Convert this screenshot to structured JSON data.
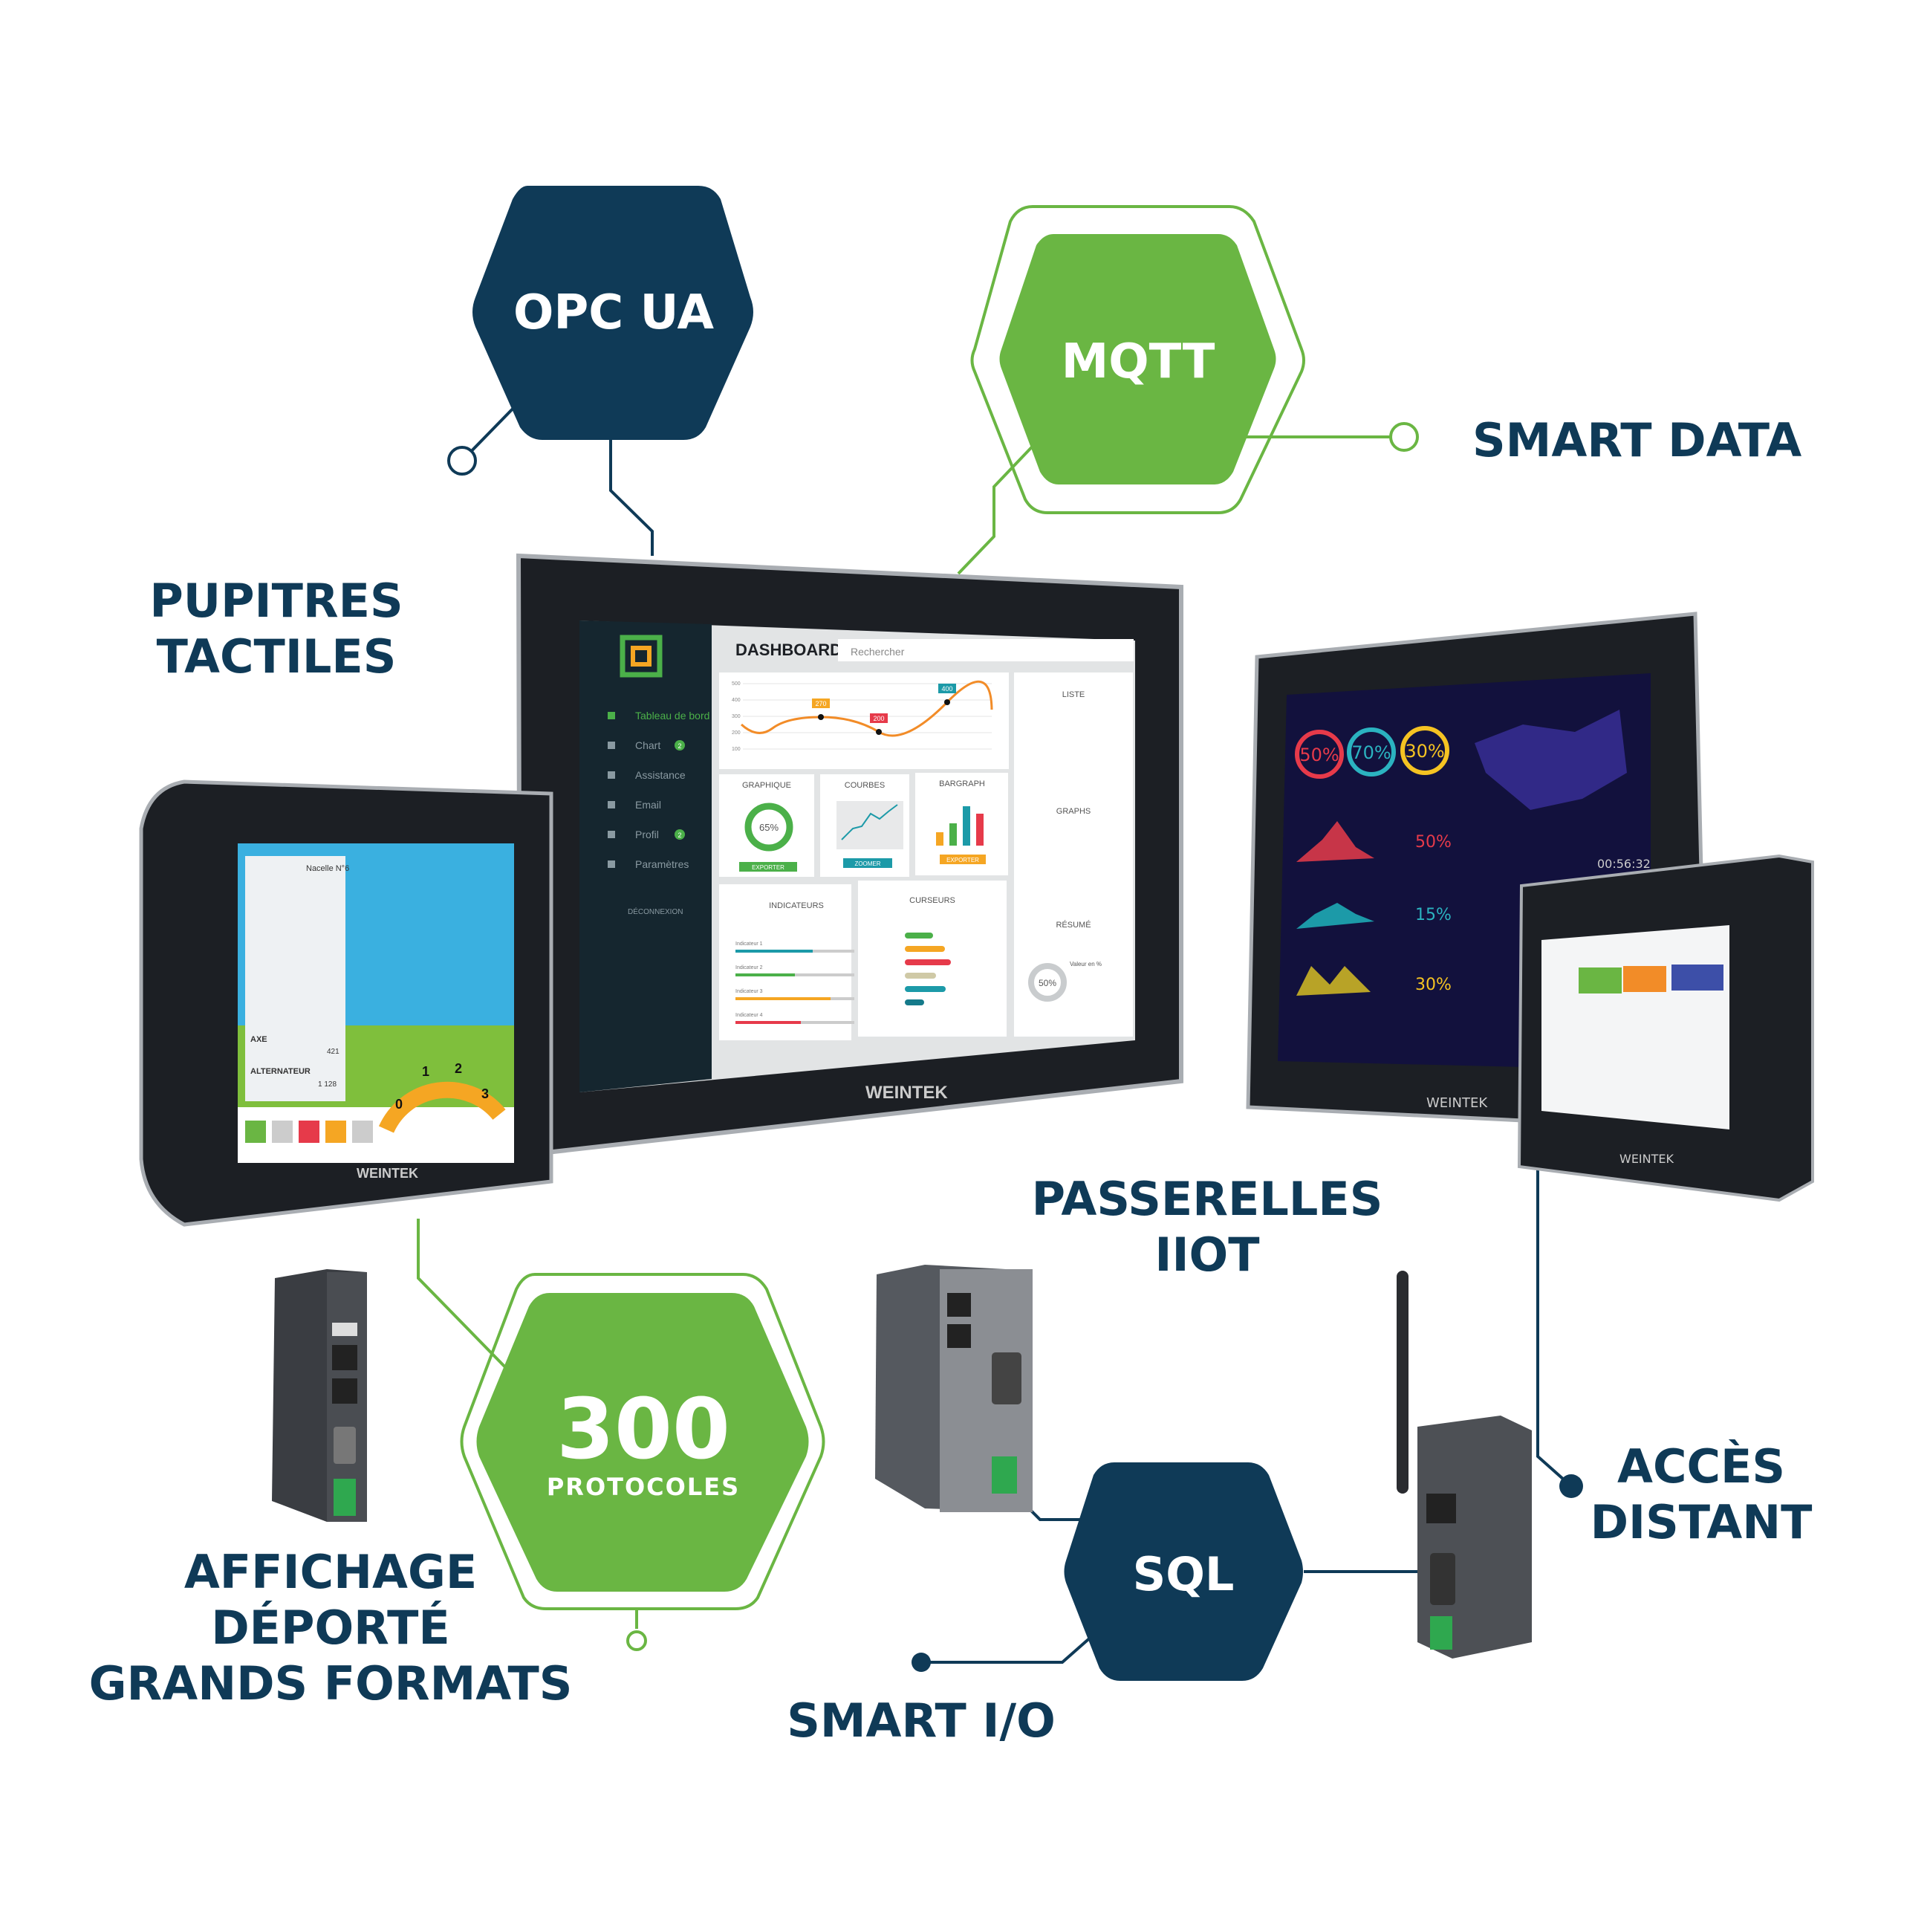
{
  "colors": {
    "navy": "#0f3a57",
    "green": "#6ab643",
    "white": "#ffffff",
    "device_dark": "#1c1f24"
  },
  "hexagons": {
    "opc_ua": "OPC UA",
    "mqtt": "MQTT",
    "protocols_number": "300",
    "protocols_label": "PROTOCOLES",
    "sql": "SQL"
  },
  "labels": {
    "smart_data": "SMART DATA",
    "pupitres": [
      "PUPITRES",
      "TACTILES"
    ],
    "passerelles": [
      "PASSERELLES",
      "IIOT"
    ],
    "acces": [
      "ACCÈS",
      "DISTANT"
    ],
    "affichage": [
      "AFFICHAGE",
      "DÉPORTÉ",
      "GRANDS FORMATS"
    ],
    "smart_io": "SMART I/O"
  },
  "brand": "WEINTEK",
  "dashboard": {
    "title": "DASHBOARD",
    "search_placeholder": "Rechercher",
    "nav": [
      {
        "label": "Tableau de bord",
        "icon": "home-icon"
      },
      {
        "label": "Chart",
        "icon": "bar-chart-icon",
        "badge": "2"
      },
      {
        "label": "Assistance",
        "icon": "chat-icon"
      },
      {
        "label": "Email",
        "icon": "mail-icon"
      },
      {
        "label": "Profil",
        "icon": "user-icon",
        "badge": "2"
      },
      {
        "label": "Paramètres",
        "icon": "gear-icon"
      }
    ],
    "logout": "DÉCONNEXION",
    "chart_ticks": [
      "500",
      "400",
      "300",
      "200",
      "100"
    ],
    "chart_points": [
      "270",
      "200",
      "400"
    ],
    "cards": {
      "graphique": "GRAPHIQUE",
      "graphique_value": "65%",
      "graphique_button": "EXPORTER",
      "courbes": "COURBES",
      "courbes_button": "ZOOMER",
      "bargraph": "BARGRAPH",
      "bargraph_button": "EXPORTER",
      "liste": "LISTE",
      "graphs": "GRAPHS",
      "indicateurs": "INDICATEURS",
      "curseurs": "CURSEURS",
      "resume": "RÉSUMÉ",
      "resume_value": "50%",
      "resume_caption": "Valeur en %"
    },
    "indicators": [
      "Indicateur 1",
      "Indicateur 2",
      "Indicateur 3",
      "Indicateur 4"
    ],
    "indicator_levels": [
      0.65,
      0.5,
      0.8,
      0.55
    ]
  },
  "left_panel": {
    "title": "Nacelle N°6",
    "rows": [
      "AXE",
      "ALTERNATEUR"
    ],
    "values": [
      "421",
      "1 128"
    ],
    "gauge_ticks": [
      "0",
      "1",
      "2",
      "3"
    ]
  },
  "dark_panel": {
    "gauges": [
      "50%",
      "70%",
      "30%"
    ],
    "stats": [
      "50%",
      "15%",
      "30%"
    ],
    "timer": "00:56:32"
  }
}
